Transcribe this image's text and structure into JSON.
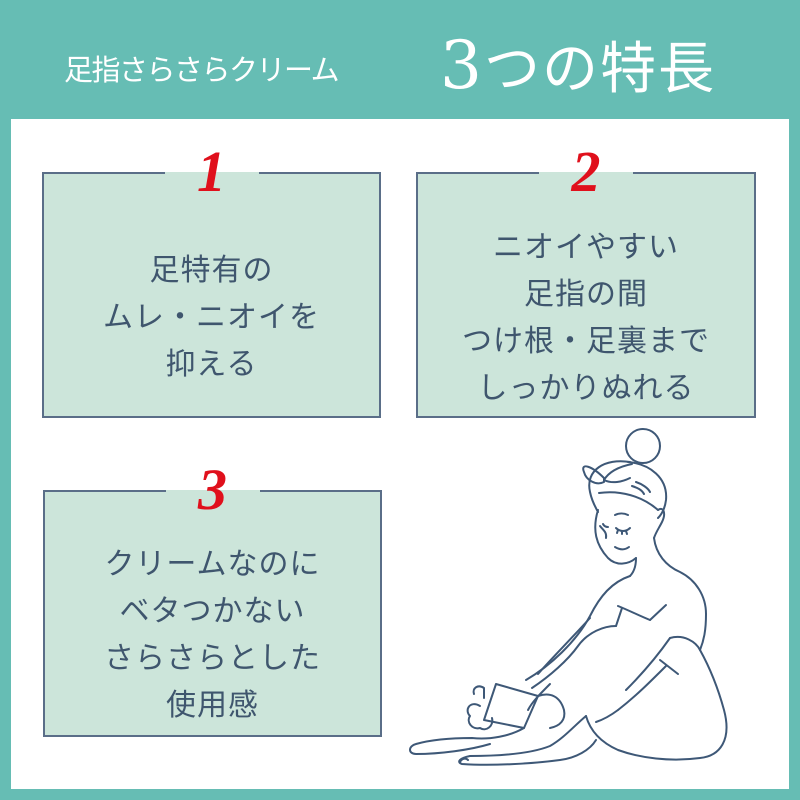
{
  "header": {
    "subtitle": "足指さらさらクリーム",
    "title_number": "3",
    "title_rest": "つの特長"
  },
  "features": [
    {
      "number": "1",
      "lines": [
        "足特有の",
        "ムレ・ニオイを",
        "抑える"
      ]
    },
    {
      "number": "2",
      "lines": [
        "ニオイやすい",
        "足指の間",
        "つけ根・足裏まで",
        "しっかりぬれる"
      ]
    },
    {
      "number": "3",
      "lines": [
        "クリームなのに",
        "ベタつかない",
        "さらさらとした",
        "使用感"
      ]
    }
  ],
  "illustration": {
    "icon": "woman-applying-cream-to-feet-illustration"
  },
  "colors": {
    "header_bg": "#66bdb4",
    "box_bg": "#cce5da",
    "box_border": "#5a6e88",
    "box_text": "#3f566e",
    "number_red": "#e0101c",
    "line_art": "#3e5877"
  }
}
